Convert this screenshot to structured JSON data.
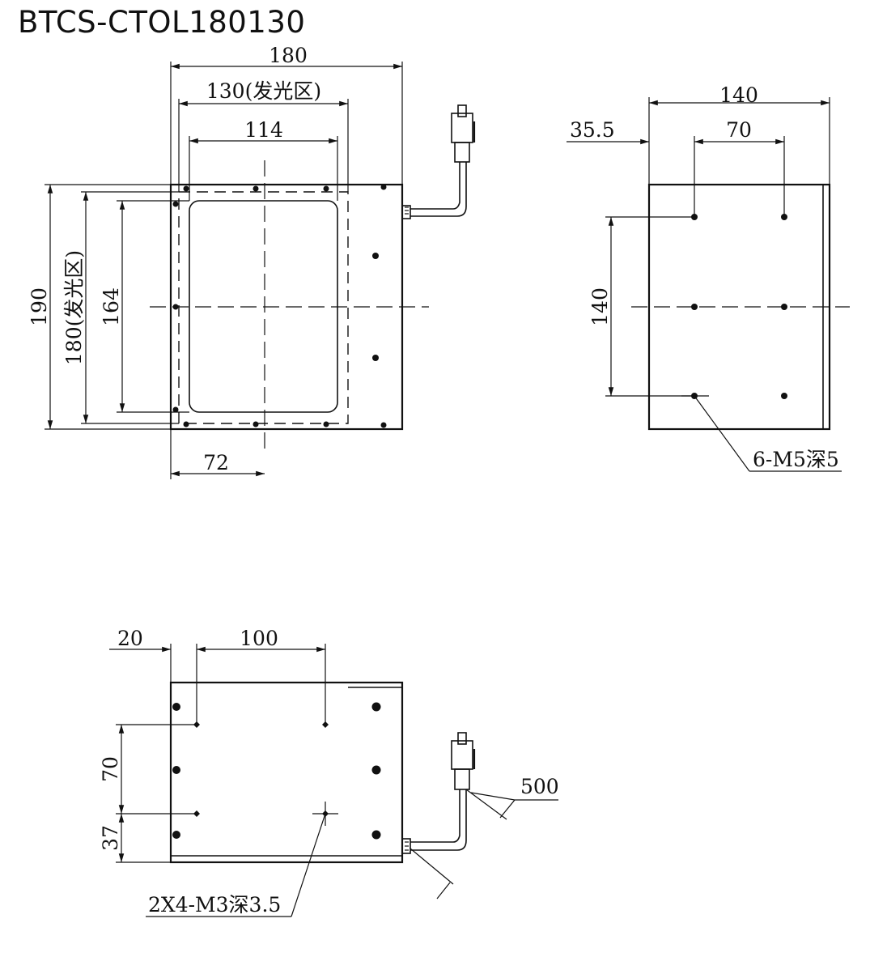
{
  "title": "BTCS-CTOL180130",
  "front_view": {
    "dim_width": "180",
    "dim_emit_width": "130(发光区)",
    "dim_window_width": "114",
    "dim_height": "190",
    "dim_emit_height": "180(发光区)",
    "dim_window_height": "164",
    "dim_offset": "72"
  },
  "side_view": {
    "dim_width": "140",
    "dim_offset": "35.5",
    "dim_hole_spacing_x": "70",
    "dim_hole_spacing_y": "140",
    "hole_note": "6-M5深5"
  },
  "bottom_view": {
    "dim_offset": "20",
    "dim_hole_spacing_x": "100",
    "dim_hole_spacing_y": "70",
    "dim_edge": "37",
    "cable_length": "500",
    "hole_note": "2X4-M3深3.5"
  }
}
